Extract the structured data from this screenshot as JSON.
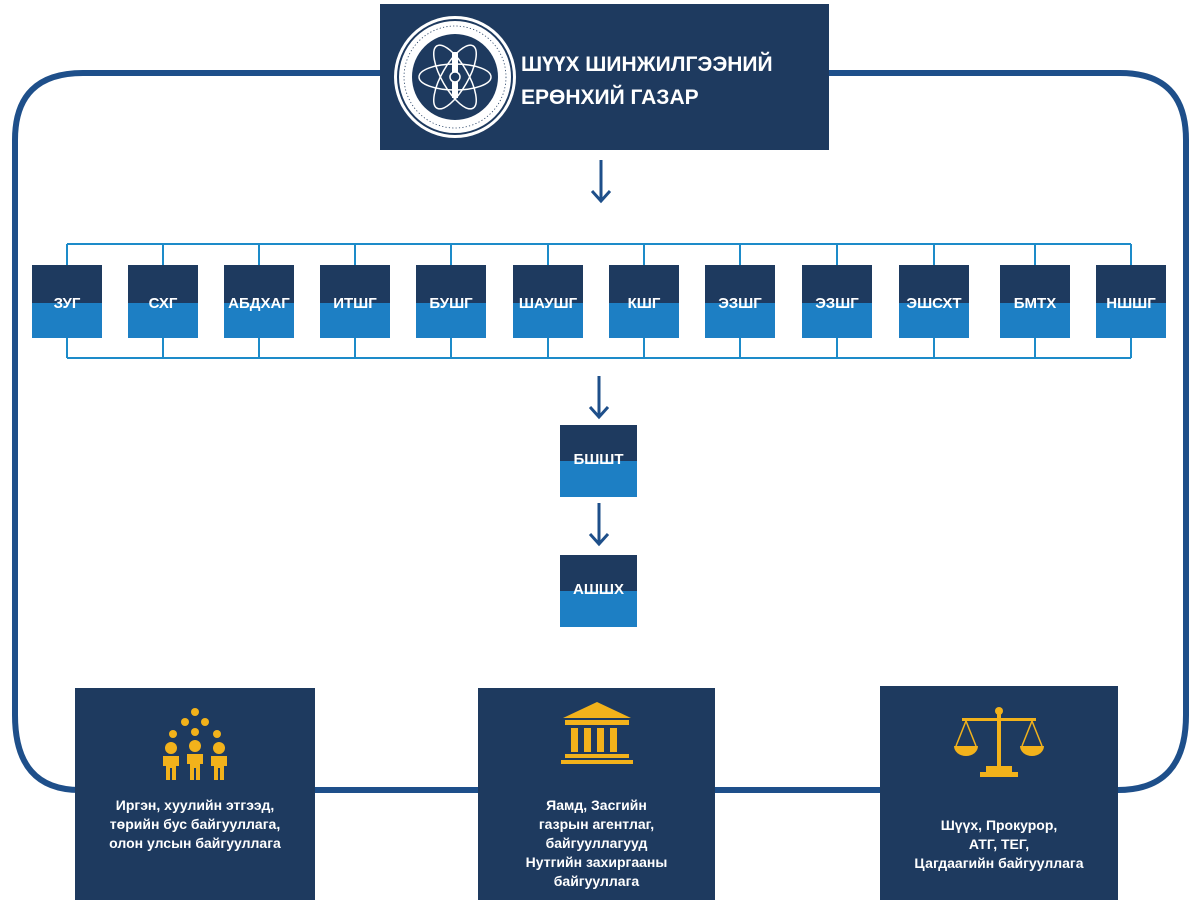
{
  "headquarters": {
    "title_line1": "ШҮҮХ ШИНЖИЛГЭЭНИЙ",
    "title_line2": "ЕРӨНХИЙ ГАЗАР"
  },
  "units": [
    "ЗУГ",
    "СХГ",
    "АБДХАГ",
    "ИТШГ",
    "БУШГ",
    "ШАУШГ",
    "КШГ",
    "ЭЗШГ",
    "ЭЗШГ",
    "ЭШСХТ",
    "БМТХ",
    "НШШГ"
  ],
  "chain": [
    "БШШТ",
    "АШШХ"
  ],
  "stakeholders": [
    {
      "icon": "people-group-icon",
      "lines": [
        "Иргэн, хуулийн этгээд,",
        "төрийн бус байгууллага,",
        "олон улсын байгууллага"
      ]
    },
    {
      "icon": "government-building-icon",
      "lines": [
        "Яамд, Засгийн",
        "газрын агентлаг,",
        "байгууллагууд",
        "Нутгийн захиргааны",
        "байгууллага"
      ]
    },
    {
      "icon": "justice-scales-icon",
      "lines": [
        "Шүүх, Прокурор,",
        "АТГ, ТЕГ,",
        "Цагдаагийн байгууллага"
      ]
    }
  ],
  "colors": {
    "navy": "#1e3a5f",
    "blue": "#1d7fc4",
    "icon_gold": "#f2b21b",
    "line": "#1e4f8a"
  }
}
